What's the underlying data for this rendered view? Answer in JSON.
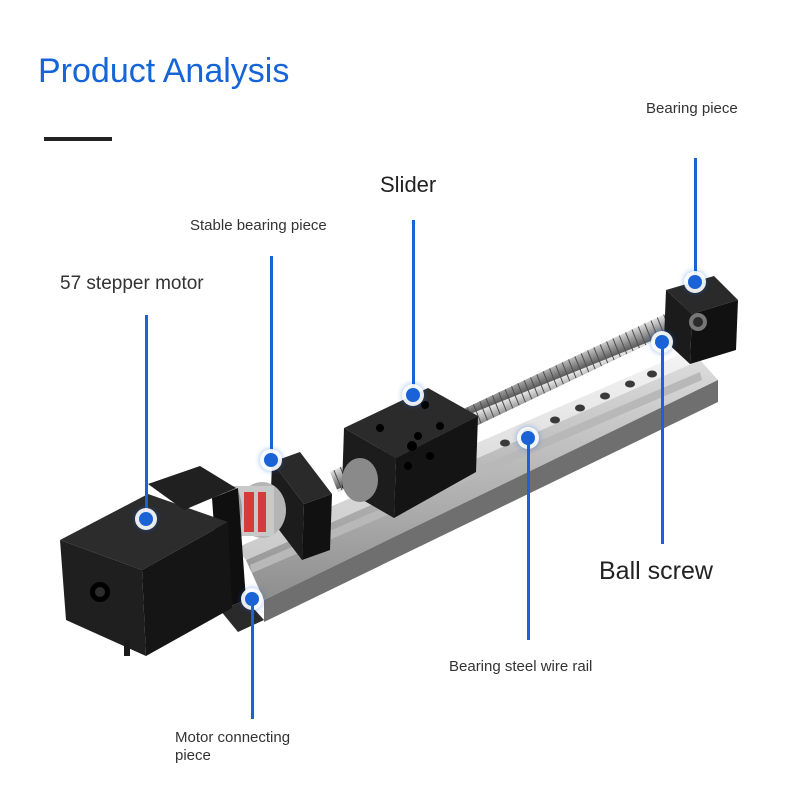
{
  "header": {
    "title": "Product Analysis"
  },
  "callouts": {
    "bearing_piece": "Bearing piece",
    "slider": "Slider",
    "stable_bearing_piece": "Stable bearing piece",
    "stepper_motor": "57 stepper motor",
    "ball_screw": "Ball screw",
    "steel_wire_rail": "Bearing steel wire rail",
    "motor_connecting_piece": "Motor connecting piece"
  },
  "colors": {
    "accent": "#1565d8",
    "leader": "#1a63d6"
  }
}
